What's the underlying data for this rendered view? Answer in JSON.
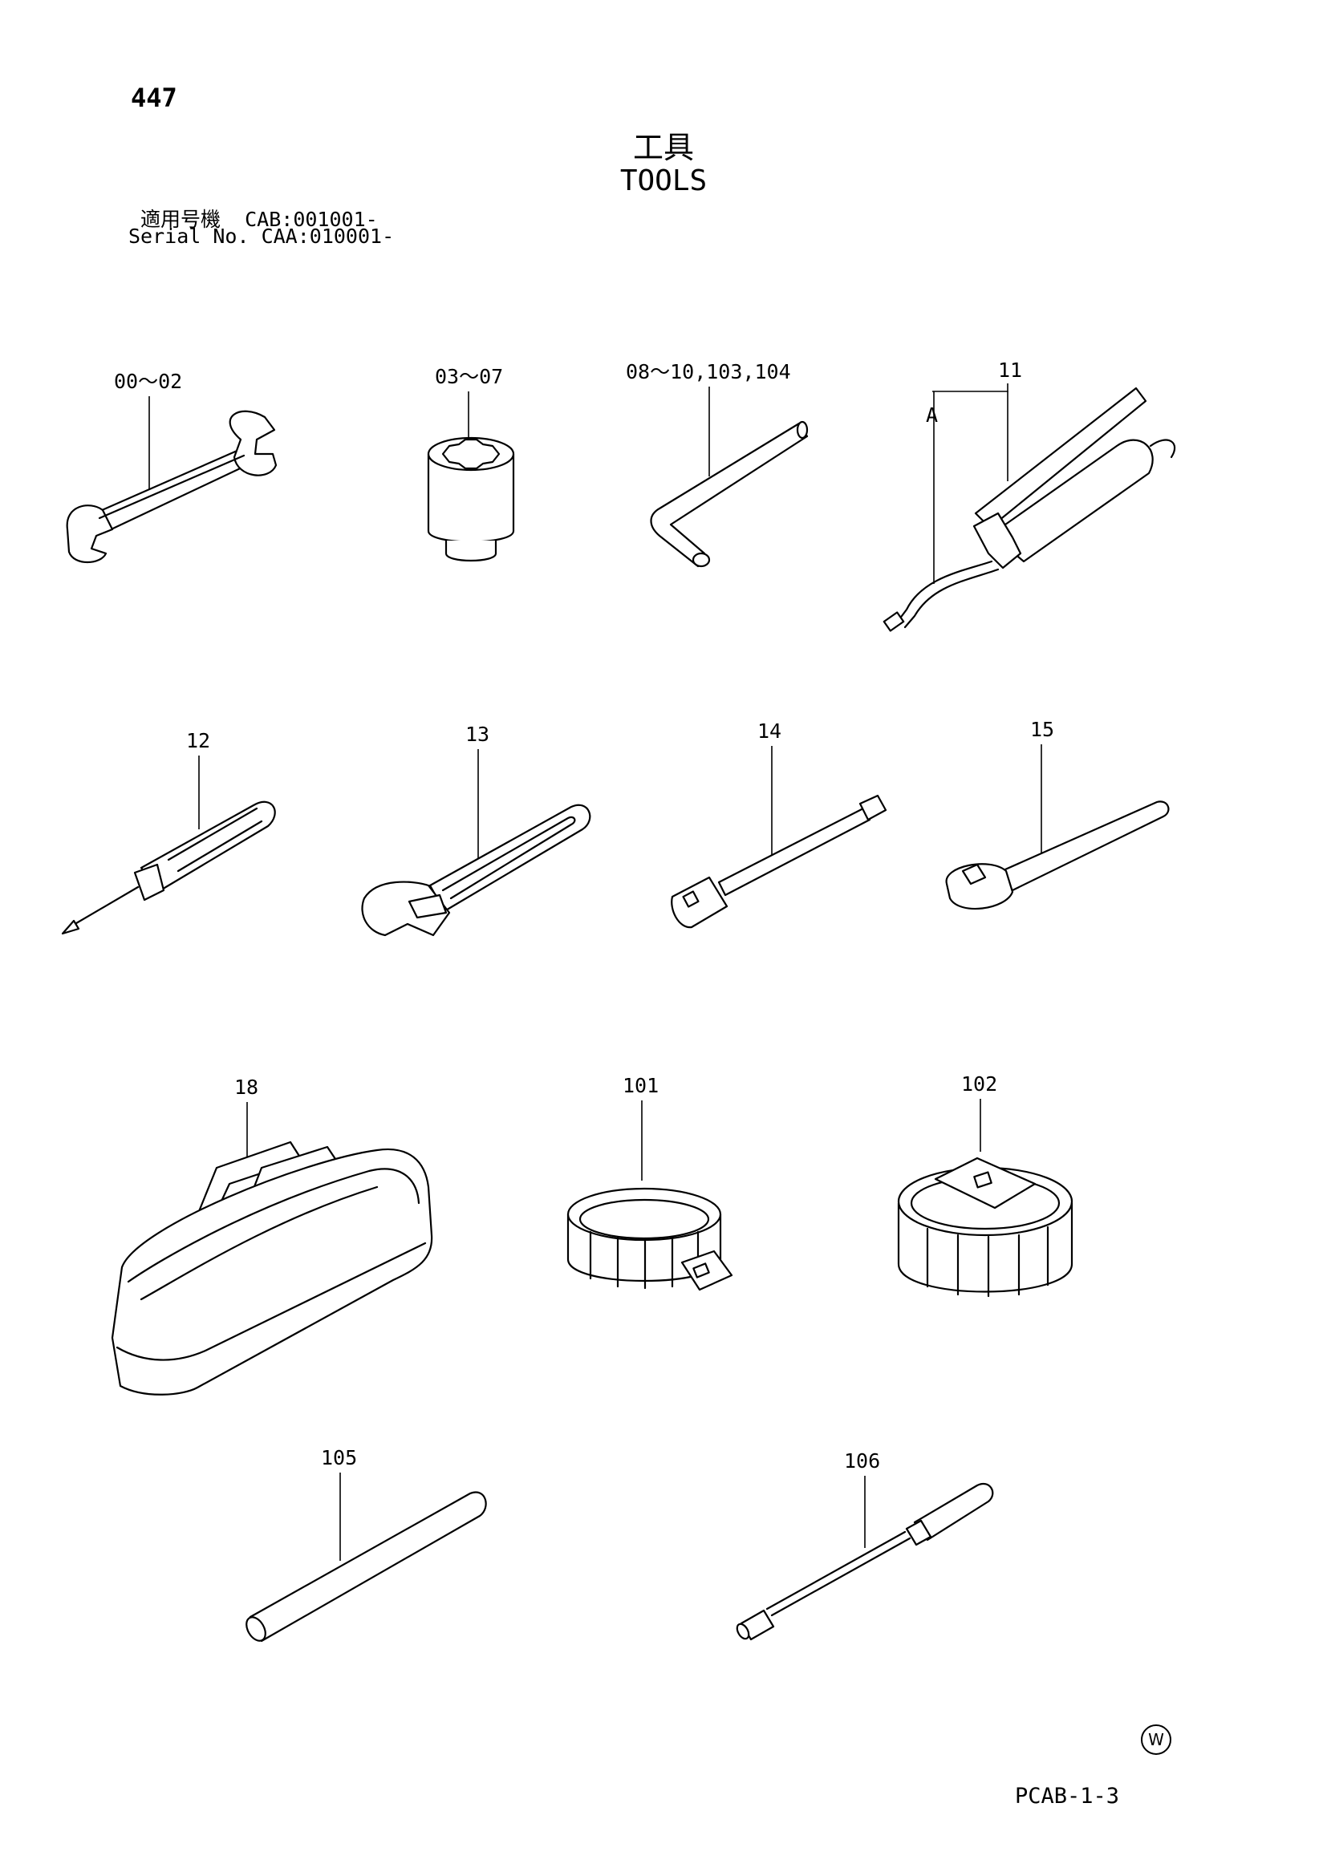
{
  "page_number": "447",
  "title_jp": "工具",
  "title_en": "TOOLS",
  "serial": {
    "jp_label": "適用号機",
    "jp_value": "CAB:001001-",
    "en_label": "Serial No.",
    "en_value": "CAA:010001-"
  },
  "callouts": {
    "wrench": "00～02",
    "socket": "03～07",
    "hex_key": "08～10,103,104",
    "grease_gun": "11",
    "grease_gun_hose": "A",
    "awl": "12",
    "adjustable_wrench": "13",
    "extension_bar": "14",
    "ratchet": "15",
    "tool_bag": "18",
    "filter_wrench_strap": "101",
    "filter_wrench_cap": "102",
    "pipe": "105",
    "socket_driver": "106"
  },
  "watermark": "W",
  "sheet_code": "PCAB-1-3"
}
